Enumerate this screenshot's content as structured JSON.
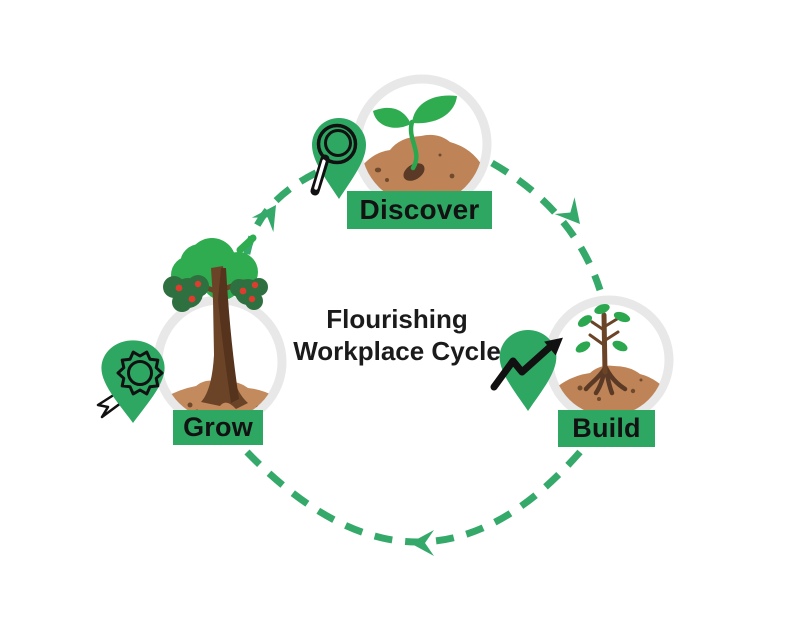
{
  "title": {
    "text": "Flourishing Workplace Cycle"
  },
  "cycle": {
    "direction": "clockwise",
    "stages": [
      {
        "label": "Discover",
        "position": "top",
        "pin_icon": "magnifier-pin",
        "illustration": "sprouting-seedling-in-soil"
      },
      {
        "label": "Build",
        "position": "right",
        "pin_icon": "growth-arrow-pin",
        "illustration": "young-sapling-with-roots-in-soil"
      },
      {
        "label": "Grow",
        "position": "left",
        "pin_icon": "award-rosette-pin",
        "illustration": "mature-fruit-tree-in-soil"
      }
    ]
  },
  "colors": {
    "green": "#2EA763",
    "dash_green": "#35A96A",
    "canopy_green": "#2FAC4F",
    "dark_leaf_green": "#2F7040",
    "soil_brown": "#BE8457",
    "light_soil_brown": "#C28A5D",
    "trunk_brown": "#6B4428",
    "dark_brown": "#5A3A26",
    "fruit_red": "#DD3D2E",
    "circle_gray": "#E8E8E8",
    "icon_black": "#111111",
    "text_black": "#1B1B1B",
    "background": "#FFFFFF"
  }
}
